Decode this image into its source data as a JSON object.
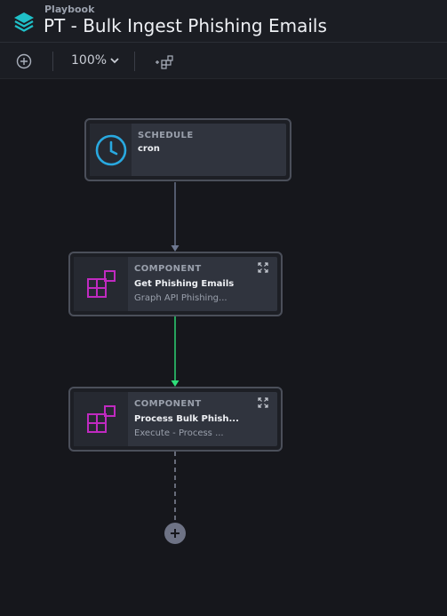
{
  "header": {
    "breadcrumb": "Playbook",
    "title": "PT - Bulk Ingest Phishing Emails"
  },
  "toolbar": {
    "zoom": "100%"
  },
  "nodes": [
    {
      "type": "SCHEDULE",
      "name": "cron"
    },
    {
      "type": "COMPONENT",
      "name": "Get Phishing Emails",
      "sub": "Graph API Phishing..."
    },
    {
      "type": "COMPONENT",
      "name": "Process Bulk Phish...",
      "sub": "Execute - Process ..."
    }
  ],
  "colors": {
    "accent_clock": "#29a9e0",
    "component_icon": "#c02ac0",
    "connector_default": "#6e7891",
    "connector_success": "#2ee07a"
  },
  "icons": [
    "layers-icon",
    "add-circle-icon",
    "chevron-down-icon",
    "add-component-icon",
    "clock-icon",
    "component-icon",
    "expand-icon",
    "plus-icon"
  ]
}
